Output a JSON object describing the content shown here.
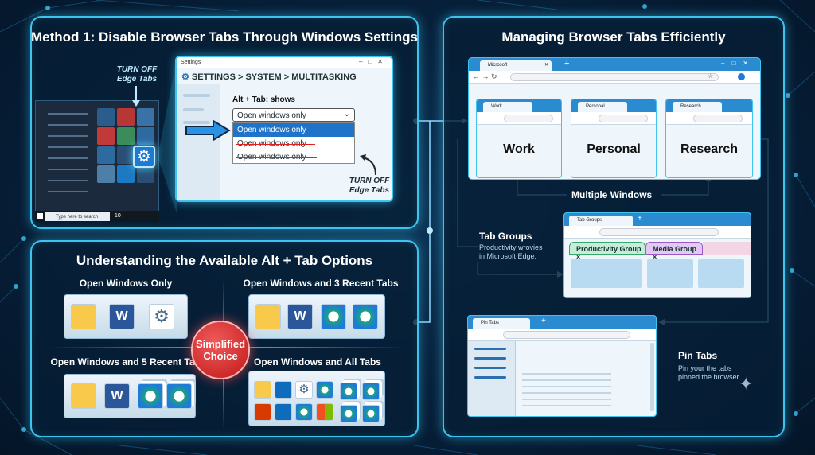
{
  "colors": {
    "accent": "#3cc4ee",
    "background": "#07203a",
    "badge": "#c01818",
    "browser_bar": "#2a8bd0"
  },
  "method1": {
    "title": "Method 1: Disable Browser Tabs Through Windows Settings",
    "callout_top": "TURN OFF\nEdge Tabs",
    "callout_bottom": "TURN OFF\nEdge Tabs",
    "taskbar_search": "Type here to search",
    "taskbar_clock": "10",
    "settings": {
      "window_title": "Settings",
      "breadcrumb": "SETTINGS > SYSTEM > MULTITASKING",
      "label": "Alt + Tab: shows",
      "selected": "Open windows only",
      "options": [
        "Open windows only",
        "Open windows only",
        "Open windows only"
      ]
    }
  },
  "options_panel": {
    "title": "Understanding the Available Alt + Tab Options",
    "badge": "Simplified Choice",
    "groups": [
      {
        "label": "Open Windows Only",
        "icons": [
          "folder-icon",
          "word-icon",
          "gear-icon"
        ]
      },
      {
        "label": "Open Windows and 3 Recent Tabs",
        "icons": [
          "folder-icon",
          "word-icon",
          "edge-icon",
          "edge-icon"
        ]
      },
      {
        "label": "Open Windows and 5 Recent Tabs",
        "icons": [
          "folder-icon",
          "word-icon",
          "edge-icon",
          "edge-icon"
        ]
      },
      {
        "label": "Open Windows and All Tabs",
        "icons": [
          "folder-icon",
          "outlook-icon",
          "gear-icon",
          "edge-icon",
          "office-icon",
          "outlook-icon",
          "edge-icon",
          "store-icon"
        ]
      }
    ]
  },
  "managing": {
    "title": "Managing Browser Tabs Efficiently",
    "main_window_tab": "Microsoft",
    "windows": [
      {
        "tab": "Work",
        "name": "Work"
      },
      {
        "tab": "Personal",
        "name": "Personal"
      },
      {
        "tab": "Research",
        "name": "Research"
      }
    ],
    "multiple_windows": "Multiple Windows",
    "tab_groups": {
      "window_tab": "Tab Groups",
      "heading": "Tab Groups",
      "desc": "Productivity wrovies\nin Microsoft Edge.",
      "groups": [
        "Productivity Group ×",
        "Media Group ×"
      ]
    },
    "pin_tabs": {
      "window_tab": "Pin Tabs",
      "heading": "Pin Tabs",
      "desc": "Pin your the tabs\npinned the browser."
    }
  }
}
